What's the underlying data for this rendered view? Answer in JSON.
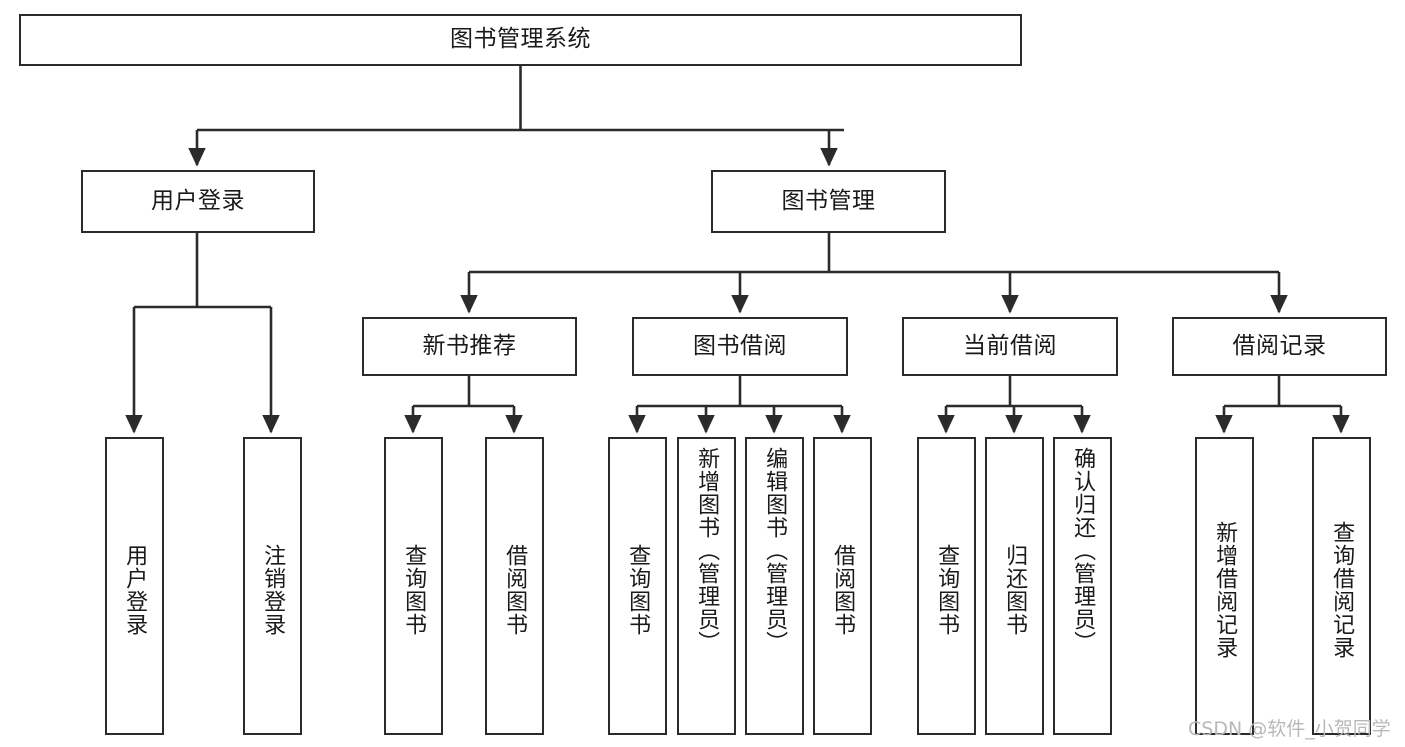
{
  "diagram": {
    "title": "图书管理系统",
    "type": "tree",
    "orientation": "top-down",
    "colors": {
      "box_border": "#2b2b2b",
      "box_fill": "#ffffff",
      "edge": "#2b2b2b",
      "text": "#1a1a1a",
      "watermark": "#b9b9b9",
      "background": "#ffffff"
    },
    "nodes": {
      "root": {
        "label": "图书管理系统",
        "level": 1
      },
      "level2": [
        {
          "id": "user-login",
          "label": "用户登录"
        },
        {
          "id": "book-management",
          "label": "图书管理"
        }
      ],
      "level3": [
        {
          "id": "new-book-recommend",
          "label": "新书推荐",
          "parent": "book-management"
        },
        {
          "id": "book-borrow",
          "label": "图书借阅",
          "parent": "book-management"
        },
        {
          "id": "current-borrow",
          "label": "当前借阅",
          "parent": "book-management"
        },
        {
          "id": "borrow-record",
          "label": "借阅记录",
          "parent": "book-management"
        }
      ],
      "leaves": [
        {
          "id": "leaf-user-login",
          "label": "用户登录",
          "parent": "user-login"
        },
        {
          "id": "leaf-logout",
          "label": "注销登录",
          "parent": "user-login"
        },
        {
          "id": "leaf-query-book-1",
          "label": "查询图书",
          "parent": "new-book-recommend"
        },
        {
          "id": "leaf-borrow-book-1",
          "label": "借阅图书",
          "parent": "new-book-recommend"
        },
        {
          "id": "leaf-query-book-2",
          "label": "查询图书",
          "parent": "book-borrow"
        },
        {
          "id": "leaf-add-book",
          "label": "新增图书（管理员）",
          "parent": "book-borrow"
        },
        {
          "id": "leaf-edit-book",
          "label": "编辑图书（管理员）",
          "parent": "book-borrow"
        },
        {
          "id": "leaf-borrow-book-2",
          "label": "借阅图书",
          "parent": "book-borrow"
        },
        {
          "id": "leaf-query-book-3",
          "label": "查询图书",
          "parent": "current-borrow"
        },
        {
          "id": "leaf-return-book",
          "label": "归还图书",
          "parent": "current-borrow"
        },
        {
          "id": "leaf-confirm-return",
          "label": "确认归还（管理员）",
          "parent": "current-borrow"
        },
        {
          "id": "leaf-add-record",
          "label": "新增借阅记录",
          "parent": "borrow-record"
        },
        {
          "id": "leaf-query-record",
          "label": "查询借阅记录",
          "parent": "borrow-record"
        }
      ]
    }
  },
  "watermark": {
    "text": "CSDN @软件_小贺同学"
  }
}
